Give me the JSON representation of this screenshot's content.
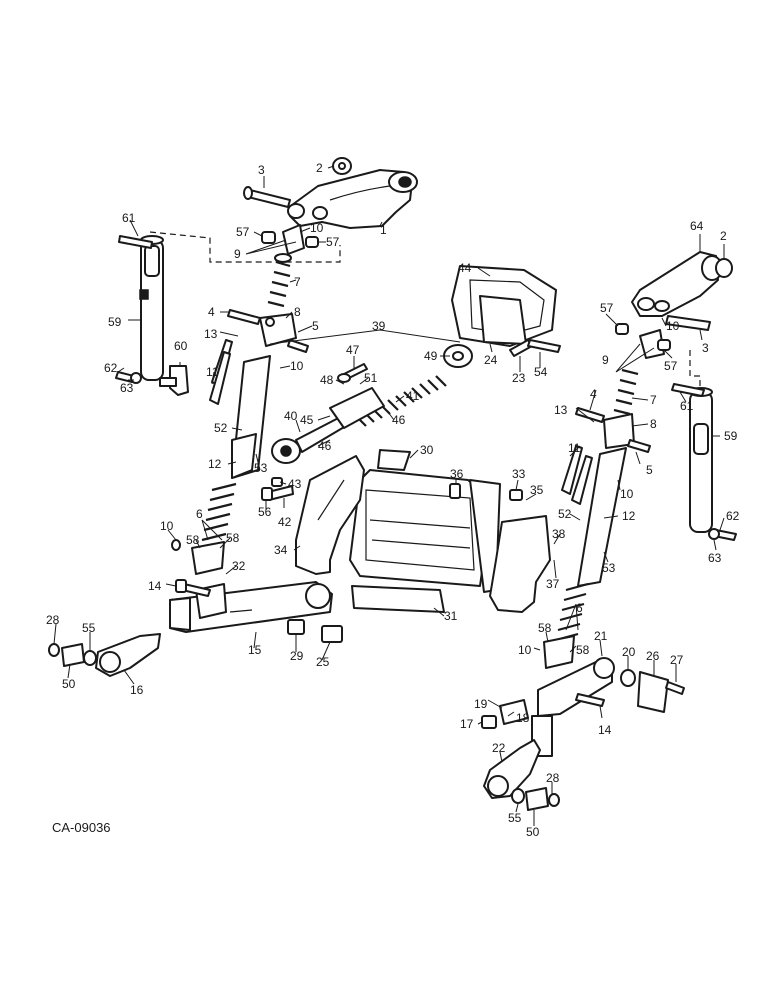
{
  "figure_code": "CA-09036",
  "callouts": [
    {
      "id": "c-1",
      "text": "1"
    },
    {
      "id": "c-2a",
      "text": "2"
    },
    {
      "id": "c-3a",
      "text": "3"
    },
    {
      "id": "c-10a",
      "text": "10"
    },
    {
      "id": "c-57a",
      "text": "57"
    },
    {
      "id": "c-57b",
      "text": "57"
    },
    {
      "id": "c-9a",
      "text": "9"
    },
    {
      "id": "c-61a",
      "text": "61"
    },
    {
      "id": "c-7a",
      "text": "7"
    },
    {
      "id": "c-59a",
      "text": "59"
    },
    {
      "id": "c-4a",
      "text": "4"
    },
    {
      "id": "c-8a",
      "text": "8"
    },
    {
      "id": "c-5a",
      "text": "5"
    },
    {
      "id": "c-13a",
      "text": "13"
    },
    {
      "id": "c-60",
      "text": "60"
    },
    {
      "id": "c-10b",
      "text": "10"
    },
    {
      "id": "c-62a",
      "text": "62"
    },
    {
      "id": "c-63a",
      "text": "63"
    },
    {
      "id": "c-11a",
      "text": "11"
    },
    {
      "id": "c-39",
      "text": "39"
    },
    {
      "id": "c-47",
      "text": "47"
    },
    {
      "id": "c-49",
      "text": "49"
    },
    {
      "id": "c-48",
      "text": "48"
    },
    {
      "id": "c-51",
      "text": "51"
    },
    {
      "id": "c-41",
      "text": "41"
    },
    {
      "id": "c-40",
      "text": "40"
    },
    {
      "id": "c-45",
      "text": "45"
    },
    {
      "id": "c-46a",
      "text": "46"
    },
    {
      "id": "c-46b",
      "text": "46"
    },
    {
      "id": "c-52a",
      "text": "52"
    },
    {
      "id": "c-12a",
      "text": "12"
    },
    {
      "id": "c-53a",
      "text": "53"
    },
    {
      "id": "c-43",
      "text": "43"
    },
    {
      "id": "c-56",
      "text": "56"
    },
    {
      "id": "c-42",
      "text": "42"
    },
    {
      "id": "c-30",
      "text": "30"
    },
    {
      "id": "c-36",
      "text": "36"
    },
    {
      "id": "c-33",
      "text": "33"
    },
    {
      "id": "c-35",
      "text": "35"
    },
    {
      "id": "c-44",
      "text": "44"
    },
    {
      "id": "c-24",
      "text": "24"
    },
    {
      "id": "c-23",
      "text": "23"
    },
    {
      "id": "c-54",
      "text": "54"
    },
    {
      "id": "c-64",
      "text": "64"
    },
    {
      "id": "c-2b",
      "text": "2"
    },
    {
      "id": "c-57c",
      "text": "57"
    },
    {
      "id": "c-10c",
      "text": "10"
    },
    {
      "id": "c-9b",
      "text": "9"
    },
    {
      "id": "c-57d",
      "text": "57"
    },
    {
      "id": "c-3b",
      "text": "3"
    },
    {
      "id": "c-61b",
      "text": "61"
    },
    {
      "id": "c-4b",
      "text": "4"
    },
    {
      "id": "c-7b",
      "text": "7"
    },
    {
      "id": "c-13b",
      "text": "13"
    },
    {
      "id": "c-8b",
      "text": "8"
    },
    {
      "id": "c-59b",
      "text": "59"
    },
    {
      "id": "c-11b",
      "text": "11"
    },
    {
      "id": "c-5b",
      "text": "5"
    },
    {
      "id": "c-10d",
      "text": "10"
    },
    {
      "id": "c-52b",
      "text": "52"
    },
    {
      "id": "c-12b",
      "text": "12"
    },
    {
      "id": "c-62b",
      "text": "62"
    },
    {
      "id": "c-63b",
      "text": "63"
    },
    {
      "id": "c-38",
      "text": "38"
    },
    {
      "id": "c-37",
      "text": "37"
    },
    {
      "id": "c-53b",
      "text": "53"
    },
    {
      "id": "c-6a",
      "text": "6"
    },
    {
      "id": "c-10e",
      "text": "10"
    },
    {
      "id": "c-58a",
      "text": "58"
    },
    {
      "id": "c-58b",
      "text": "58"
    },
    {
      "id": "c-32",
      "text": "32"
    },
    {
      "id": "c-34",
      "text": "34"
    },
    {
      "id": "c-14a",
      "text": "14"
    },
    {
      "id": "c-31",
      "text": "31"
    },
    {
      "id": "c-15",
      "text": "15"
    },
    {
      "id": "c-29",
      "text": "29"
    },
    {
      "id": "c-25",
      "text": "25"
    },
    {
      "id": "c-28a",
      "text": "28"
    },
    {
      "id": "c-55a",
      "text": "55"
    },
    {
      "id": "c-50a",
      "text": "50"
    },
    {
      "id": "c-16",
      "text": "16"
    },
    {
      "id": "c-6b",
      "text": "6"
    },
    {
      "id": "c-10f",
      "text": "10"
    },
    {
      "id": "c-58c",
      "text": "58"
    },
    {
      "id": "c-58d",
      "text": "58"
    },
    {
      "id": "c-21",
      "text": "21"
    },
    {
      "id": "c-20",
      "text": "20"
    },
    {
      "id": "c-26",
      "text": "26"
    },
    {
      "id": "c-27",
      "text": "27"
    },
    {
      "id": "c-19",
      "text": "19"
    },
    {
      "id": "c-18",
      "text": "18"
    },
    {
      "id": "c-17",
      "text": "17"
    },
    {
      "id": "c-14b",
      "text": "14"
    },
    {
      "id": "c-22",
      "text": "22"
    },
    {
      "id": "c-28b",
      "text": "28"
    },
    {
      "id": "c-55b",
      "text": "55"
    },
    {
      "id": "c-50b",
      "text": "50"
    }
  ]
}
